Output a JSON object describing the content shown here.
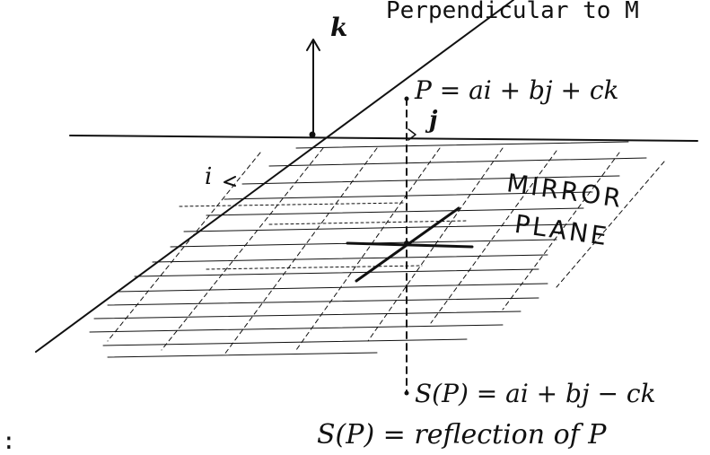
{
  "figure": {
    "top_caption_fragment": "Perpendicular to M",
    "axis_labels": {
      "k": "k",
      "j": "j",
      "i": "i"
    },
    "point_p": "P = ai + bj + ck",
    "mirror_label": {
      "line1": "MIRROR",
      "line2": "PLANE"
    },
    "reflected_point": "S(P) = ai + bj − ck",
    "definition": "S(P) = reflection of P",
    "left_fragment": ":"
  },
  "colors": {
    "ink": "#111111",
    "paper": "#ffffff"
  }
}
